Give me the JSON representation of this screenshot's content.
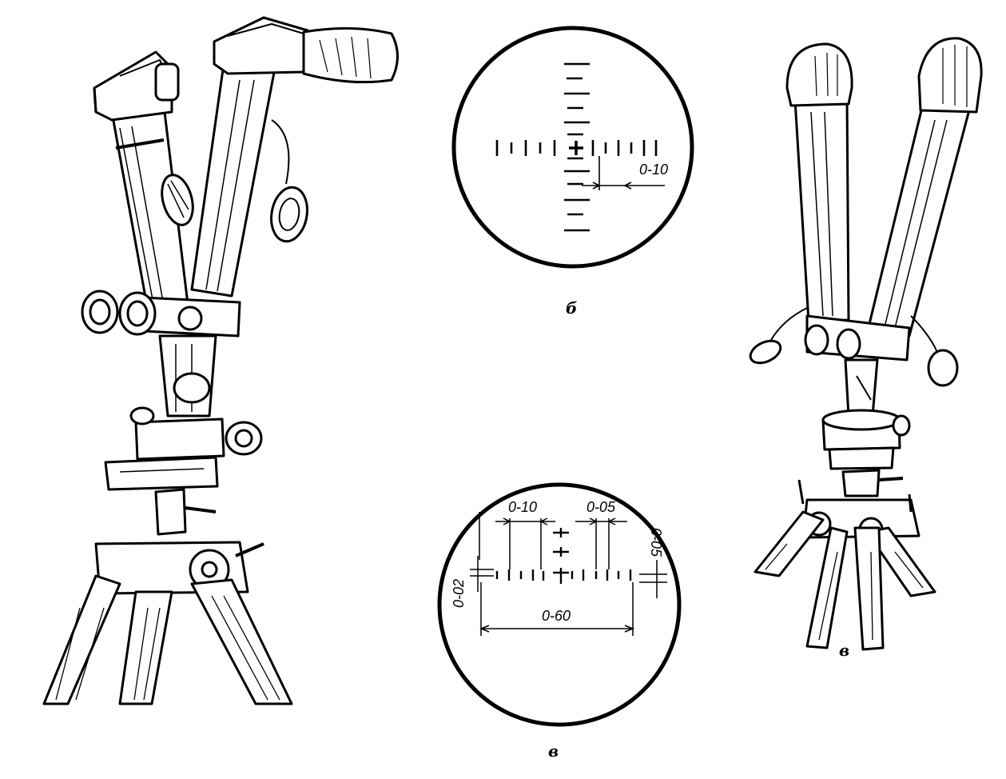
{
  "reticle_top": {
    "dimension_label": "0-10",
    "caption": "б"
  },
  "reticle_bottom": {
    "dimension_labels": {
      "top_left": "0-10",
      "top_right": "0-05",
      "left_vertical": "0-02",
      "right_vertical": "0-05",
      "bottom": "0-60"
    },
    "caption": "в"
  },
  "right_instrument": {
    "caption": "в"
  },
  "colors": {
    "ink": "#000000",
    "paper": "#ffffff"
  }
}
